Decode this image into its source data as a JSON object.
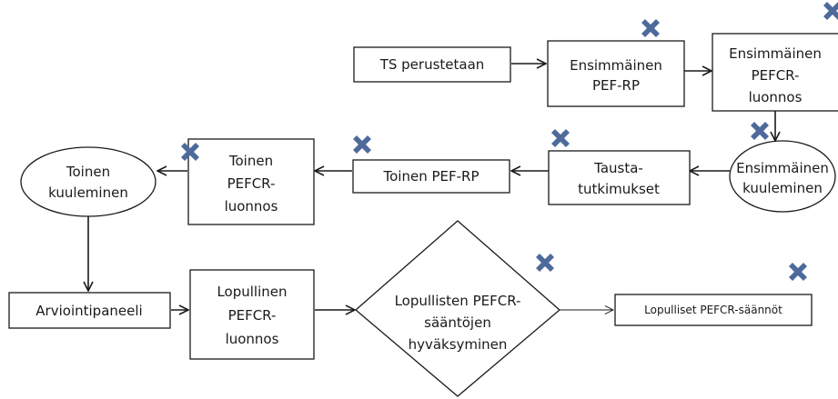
{
  "diagram": {
    "nodes": {
      "ts": "TS perustetaan",
      "pef_rp_1": [
        "Ensimmäinen",
        "PEF-RP"
      ],
      "draft_1": [
        "Ensimmäinen",
        "PEFCR-",
        "luonnos"
      ],
      "consult_1": [
        "Ensimmäinen",
        "kuuleminen"
      ],
      "studies": [
        "Tausta-",
        "tutkimukset"
      ],
      "pef_rp_2": "Toinen PEF-RP",
      "draft_2": [
        "Toinen",
        "PEFCR-",
        "luonnos"
      ],
      "consult_2": [
        "Toinen",
        "kuuleminen"
      ],
      "panel": "Arviointipaneeli",
      "draft_final": [
        "Lopullinen",
        "PEFCR-",
        "luonnos"
      ],
      "approval": [
        "Lopullisten PEFCR-",
        "sääntöjen",
        "hyväksyminen"
      ],
      "rules_final": "Lopulliset PEFCR-säännöt"
    },
    "marker_color": "#4e6a9a",
    "marker_icon": "cross-icon"
  }
}
